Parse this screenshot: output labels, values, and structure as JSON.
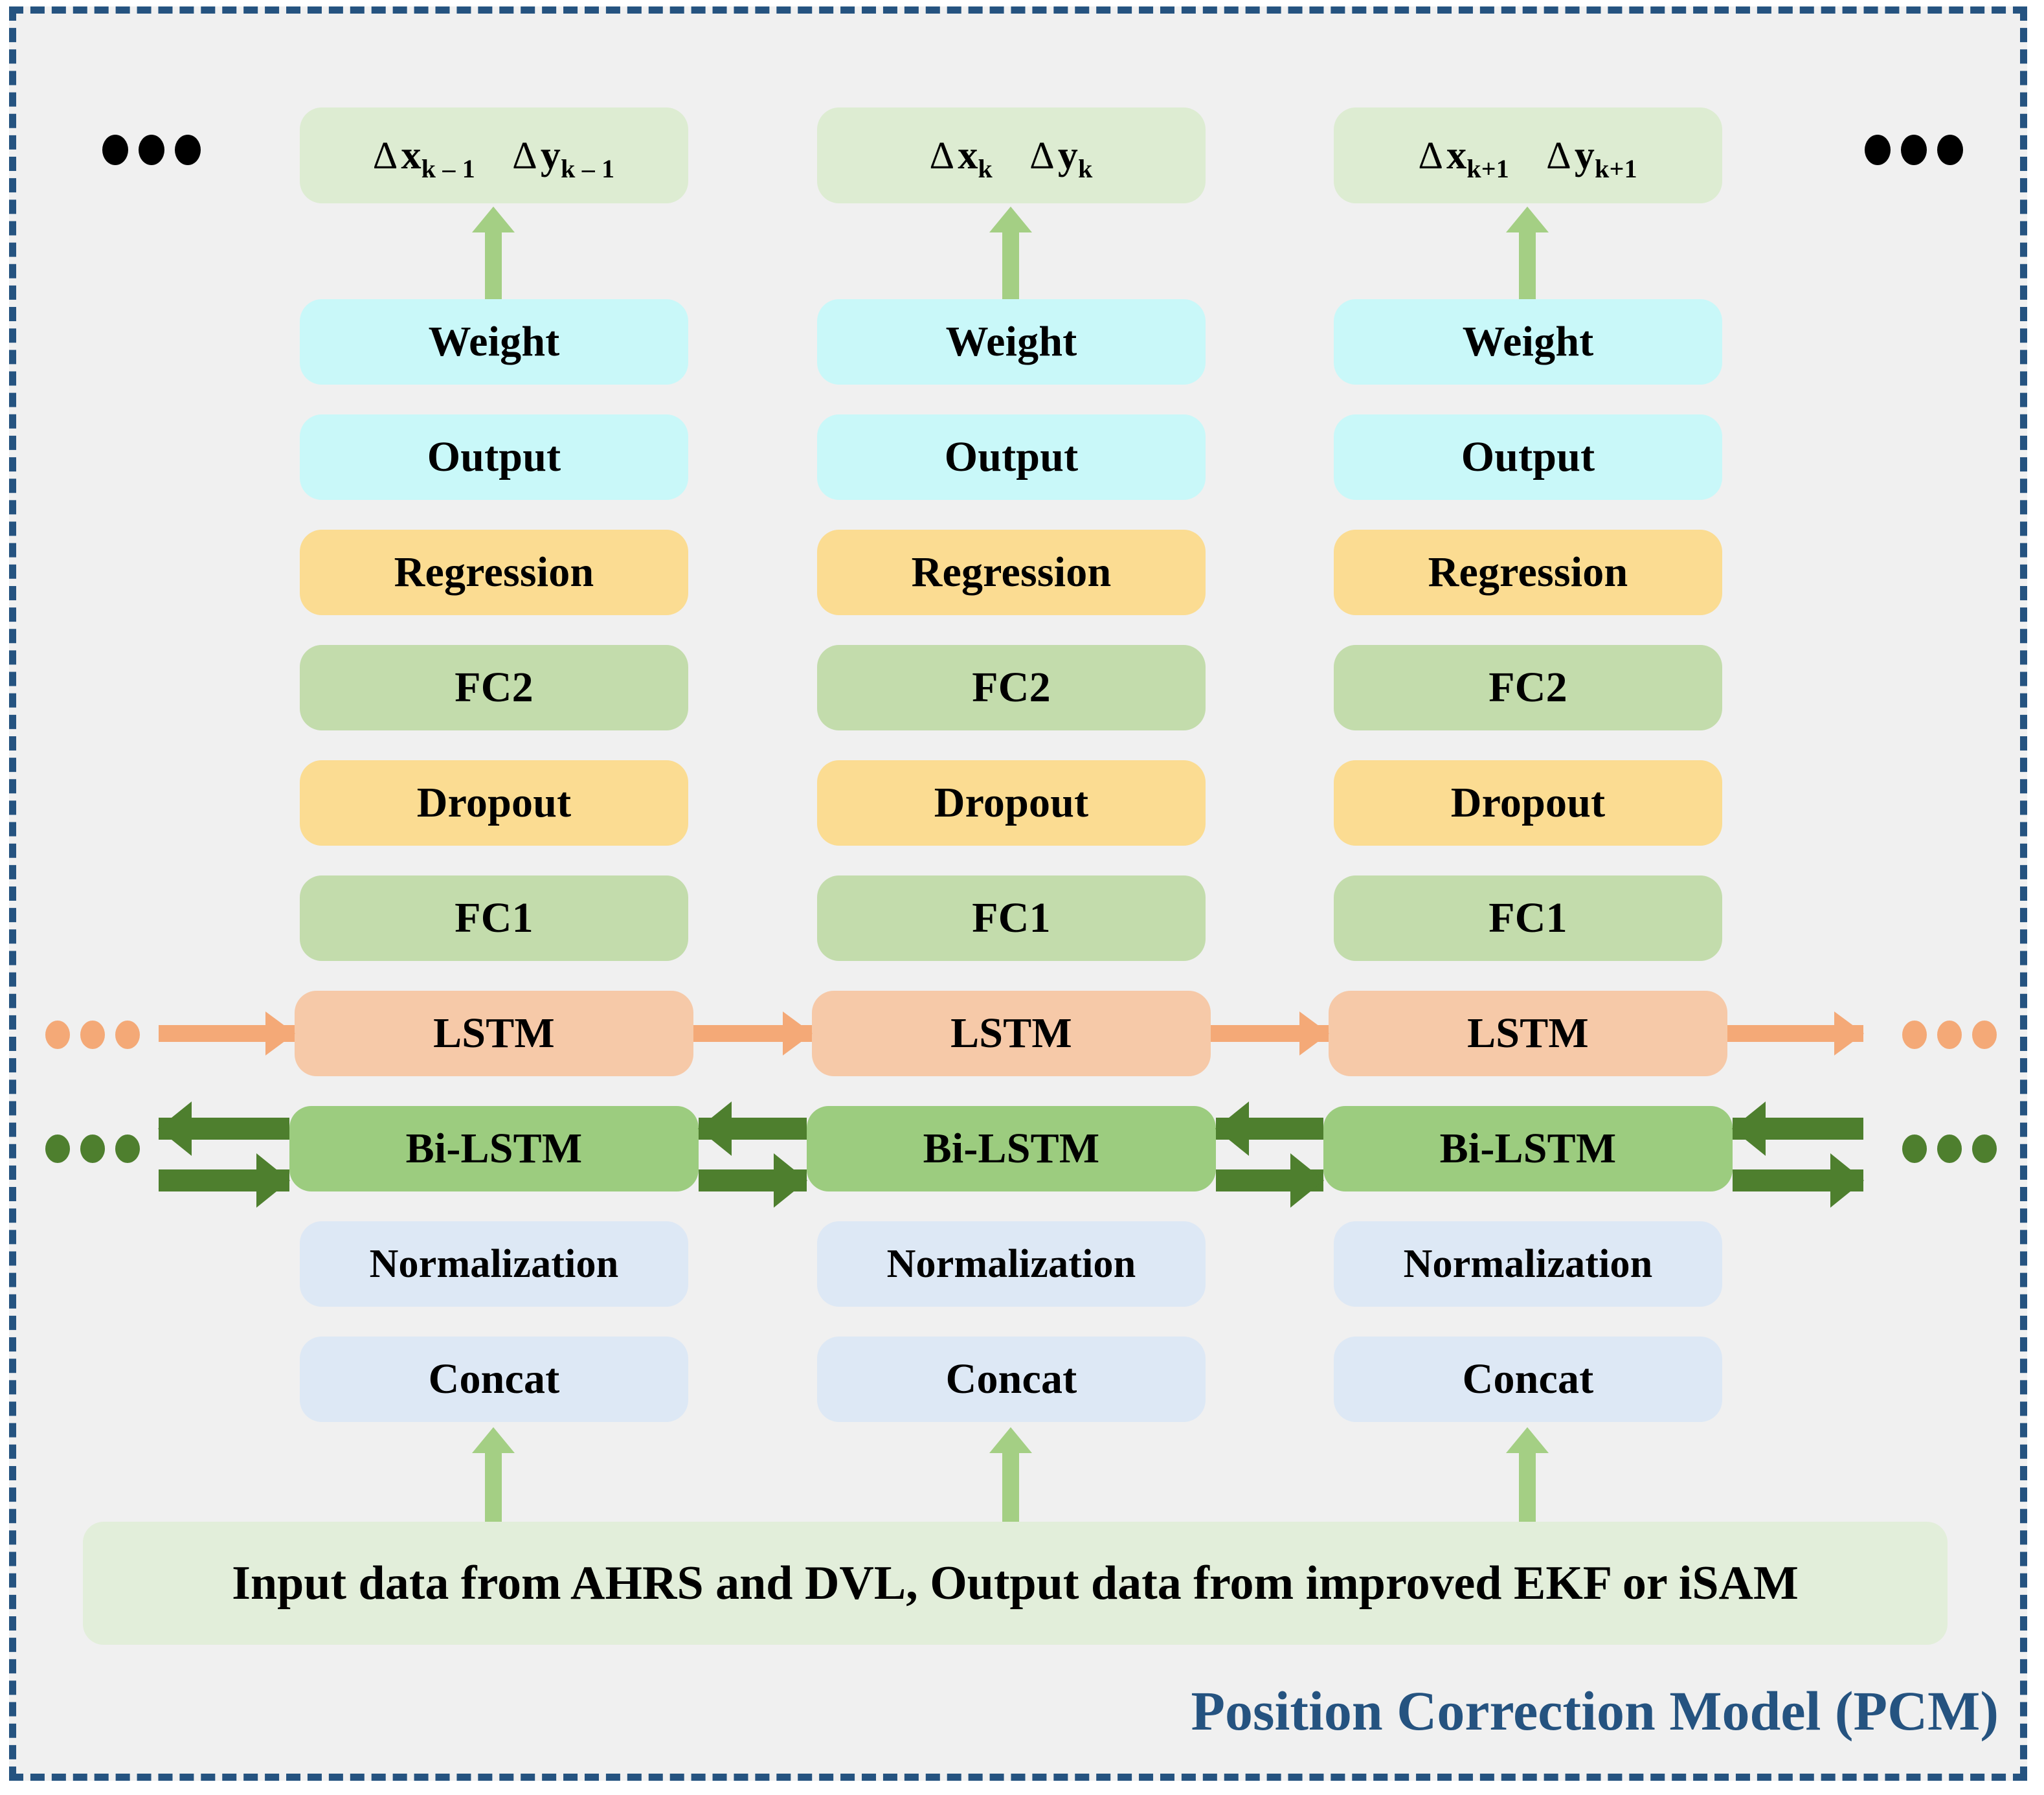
{
  "diagram": {
    "frame_label": "Position Correction Model (PCM)",
    "frame_color": "#255380",
    "background": "#f0f0f0"
  },
  "timesteps": [
    {
      "id": "k-1",
      "output": {
        "dx_symbol": "∆",
        "dx_var": "x",
        "dx_sub": "k – 1",
        "dy_symbol": "∆",
        "dy_var": "y",
        "dy_sub": "k – 1"
      }
    },
    {
      "id": "k",
      "output": {
        "dx_symbol": "∆",
        "dx_var": "x",
        "dx_sub": "k",
        "dy_symbol": "∆",
        "dy_var": "y",
        "dy_sub": "k"
      }
    },
    {
      "id": "k+1",
      "output": {
        "dx_symbol": "∆",
        "dx_var": "x",
        "dx_sub": "k+1",
        "dy_symbol": "∆",
        "dy_var": "y",
        "dy_sub": "k+1"
      }
    }
  ],
  "layers": [
    {
      "key": "weight",
      "label": "Weight",
      "color": "#c9f8f9"
    },
    {
      "key": "output",
      "label": "Output",
      "color": "#c9f8f9"
    },
    {
      "key": "regression",
      "label": "Regression",
      "color": "#fbdc92"
    },
    {
      "key": "fc2",
      "label": "FC2",
      "color": "#c3dcac"
    },
    {
      "key": "dropout",
      "label": "Dropout",
      "color": "#fbdc92"
    },
    {
      "key": "fc1",
      "label": "FC1",
      "color": "#c3dcac"
    },
    {
      "key": "lstm",
      "label": "LSTM",
      "color": "#f6c9a8"
    },
    {
      "key": "bilstm",
      "label": "Bi-LSTM",
      "color": "#9ccc7f"
    },
    {
      "key": "normalization",
      "label": "Normalization",
      "color": "#dde8f5"
    },
    {
      "key": "concat",
      "label": "Concat",
      "color": "#dde8f5"
    }
  ],
  "input_bar": {
    "text": "Input data from AHRS and DVL, Output data from improved EKF or iSAM",
    "color": "#e2eeda"
  },
  "ellipses": {
    "top_left": "•••",
    "top_right": "•••",
    "lstm_left": "•••",
    "lstm_right": "•••",
    "bilstm_left": "•••",
    "bilstm_right": "•••"
  },
  "arrow_colors": {
    "vertical_green": "#a4cf84",
    "lstm_orange": "#f4a977",
    "bilstm_green": "#4e7f2e"
  }
}
